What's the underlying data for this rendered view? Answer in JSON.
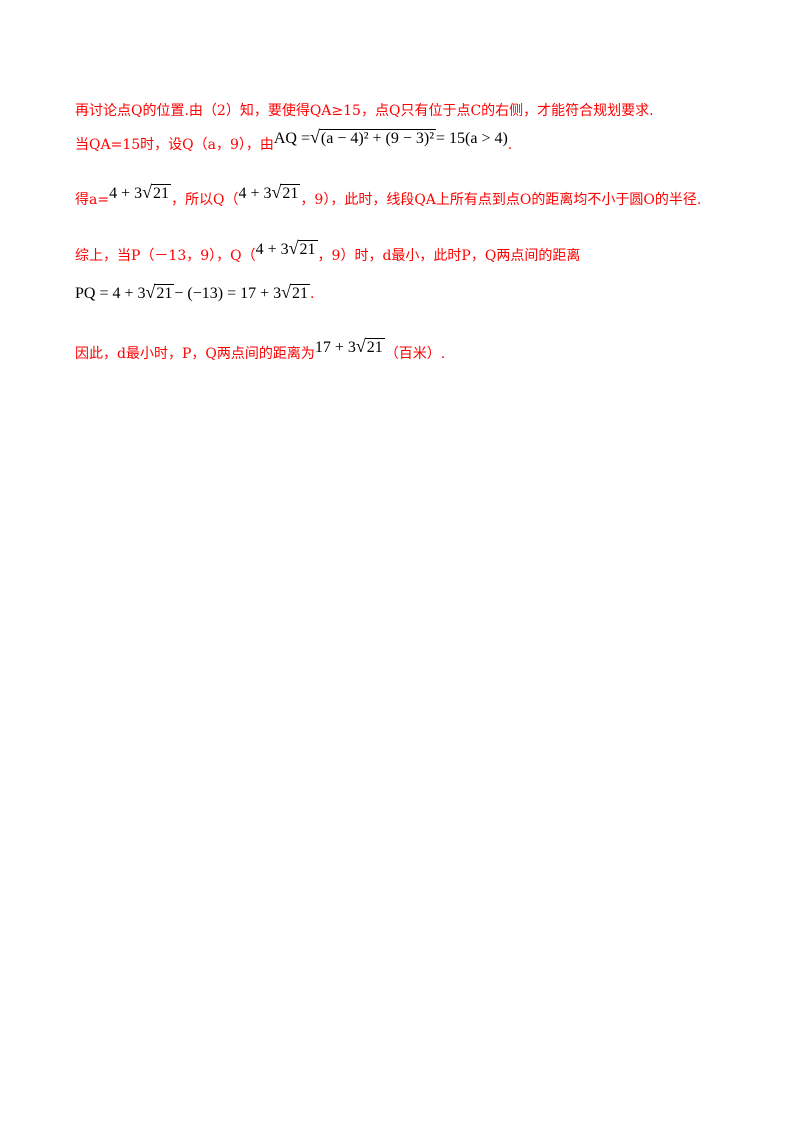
{
  "colors": {
    "text": "#ff0000",
    "math": "#000000"
  },
  "lines": {
    "l1": "再讨论点Q的位置.由（2）知，要使得QA≥15，点Q只有位于点C的右侧，才能符合规划要求.",
    "l2_pre": "当QA=15时，设Q（a，9），由",
    "l2_eq_left": "AQ = ",
    "l2_eq_rad": "(a − 4)² + (9 − 3)²",
    "l2_eq_right": " = 15(a > 4)",
    "l2_post": ".",
    "l3_pre": "得a=",
    "l3_math": "4 + 3",
    "l3_rad": "21",
    "l3_mid": "，所以Q（",
    "l3_math2": "4 + 3",
    "l3_rad2": "21",
    "l3_post": "，9），此时，线段QA上所有点到点O的距离均不小于圆O的半径.",
    "l4_pre": "综上，当P（－13，9），Q（",
    "l4_math": "4 + 3",
    "l4_rad": "21",
    "l4_post": "，9）时，d最小，此时P，Q两点间的距离",
    "l5_math": "PQ = 4 + 3",
    "l5_rad": "21",
    "l5_mid": " − (−13) = 17 + 3",
    "l5_rad2": "21",
    "l5_post": ".",
    "l6_pre": "因此，d最小时，P，Q两点间的距离为",
    "l6_math": "17 + 3",
    "l6_rad": "21",
    "l6_post": "（百米）."
  }
}
